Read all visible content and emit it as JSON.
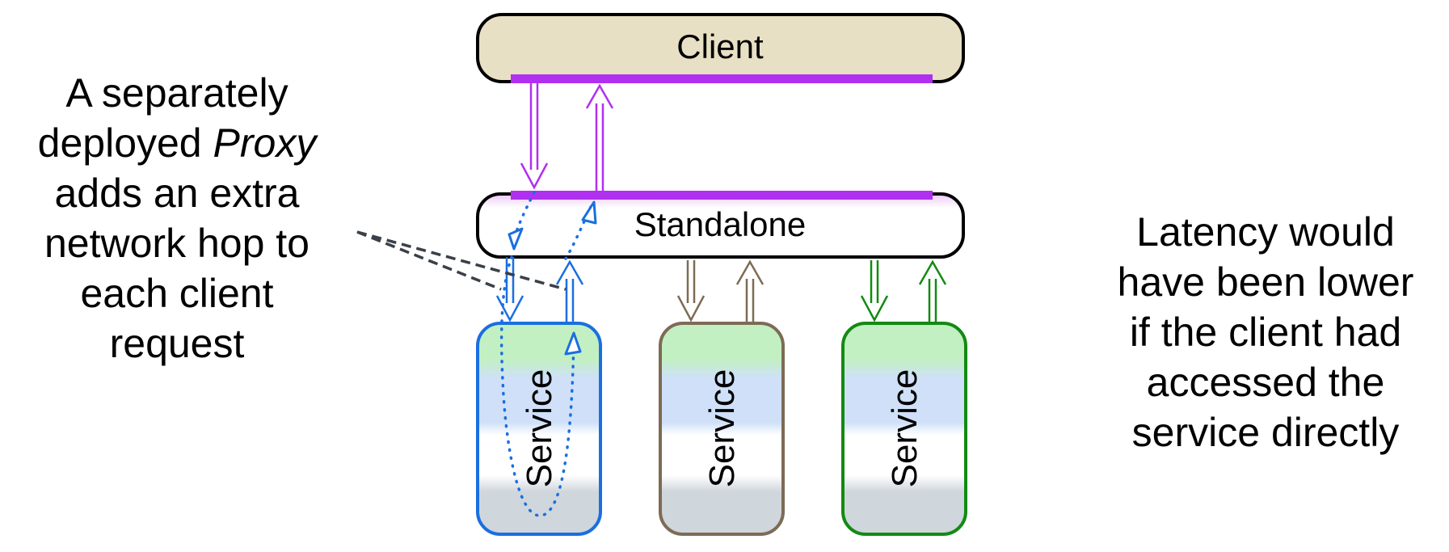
{
  "client": {
    "label": "Client",
    "fill": "#e8e0c4",
    "stroke": "#000000"
  },
  "standalone": {
    "label": "Standalone",
    "fill": "#ffffff",
    "stroke": "#000000"
  },
  "bus_color": "#b030f0",
  "services": [
    {
      "label": "Service",
      "stroke": "#1a6fe0"
    },
    {
      "label": "Service",
      "stroke": "#7d6b55"
    },
    {
      "label": "Service",
      "stroke": "#138a13"
    }
  ],
  "service_band_colors": [
    "#c2f0c2",
    "#cfe0f8",
    "#ffffff",
    "#cfd6dc"
  ],
  "annotation_left": {
    "lines": [
      {
        "text": "A separately"
      },
      {
        "pre": "deployed ",
        "em": "Proxy"
      },
      {
        "text": "adds an extra"
      },
      {
        "text": "network hop to"
      },
      {
        "text": "each client"
      },
      {
        "text": "request"
      }
    ]
  },
  "annotation_right": {
    "lines": [
      "Latency would",
      "have been lower",
      "if the client had",
      "accessed the",
      "service directly"
    ]
  },
  "proxy_path_color": "#1a6fe0",
  "pointer_color": "#3a4048"
}
